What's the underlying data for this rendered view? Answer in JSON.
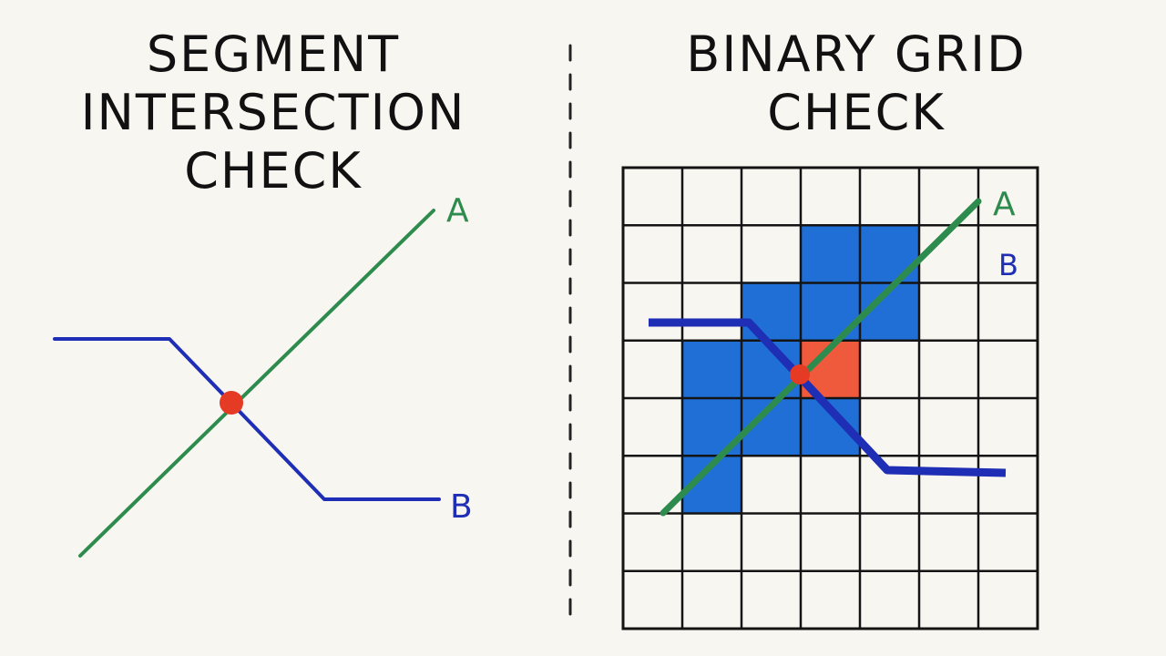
{
  "left_panel": {
    "title_lines": [
      "SEGMENT",
      "INTERSECTION",
      "CHECK"
    ],
    "labels": {
      "a": "A",
      "b": "B"
    }
  },
  "right_panel": {
    "title_lines": [
      "BINARY GRID",
      "CHECK"
    ],
    "labels": {
      "a": "A",
      "b": "B"
    },
    "grid": {
      "columns": 7,
      "rows": 8
    },
    "occupied_cells": [
      [
        3,
        1
      ],
      [
        4,
        1
      ],
      [
        2,
        2
      ],
      [
        3,
        2
      ],
      [
        4,
        2
      ],
      [
        1,
        3
      ],
      [
        2,
        3
      ],
      [
        1,
        4
      ],
      [
        2,
        4
      ],
      [
        3,
        4
      ],
      [
        1,
        5
      ]
    ],
    "intersection_cells": [
      [
        3,
        3
      ]
    ]
  },
  "colors": {
    "background": "#f8f6f1",
    "segment_a": "#2e8b4e",
    "segment_b": "#1f2fb5",
    "intersection_point": "#e53a24",
    "occupied_cell": "#1f6fd6",
    "intersection_cell": "#ef5a3c",
    "grid_lines": "#141414",
    "divider": "#222222"
  }
}
